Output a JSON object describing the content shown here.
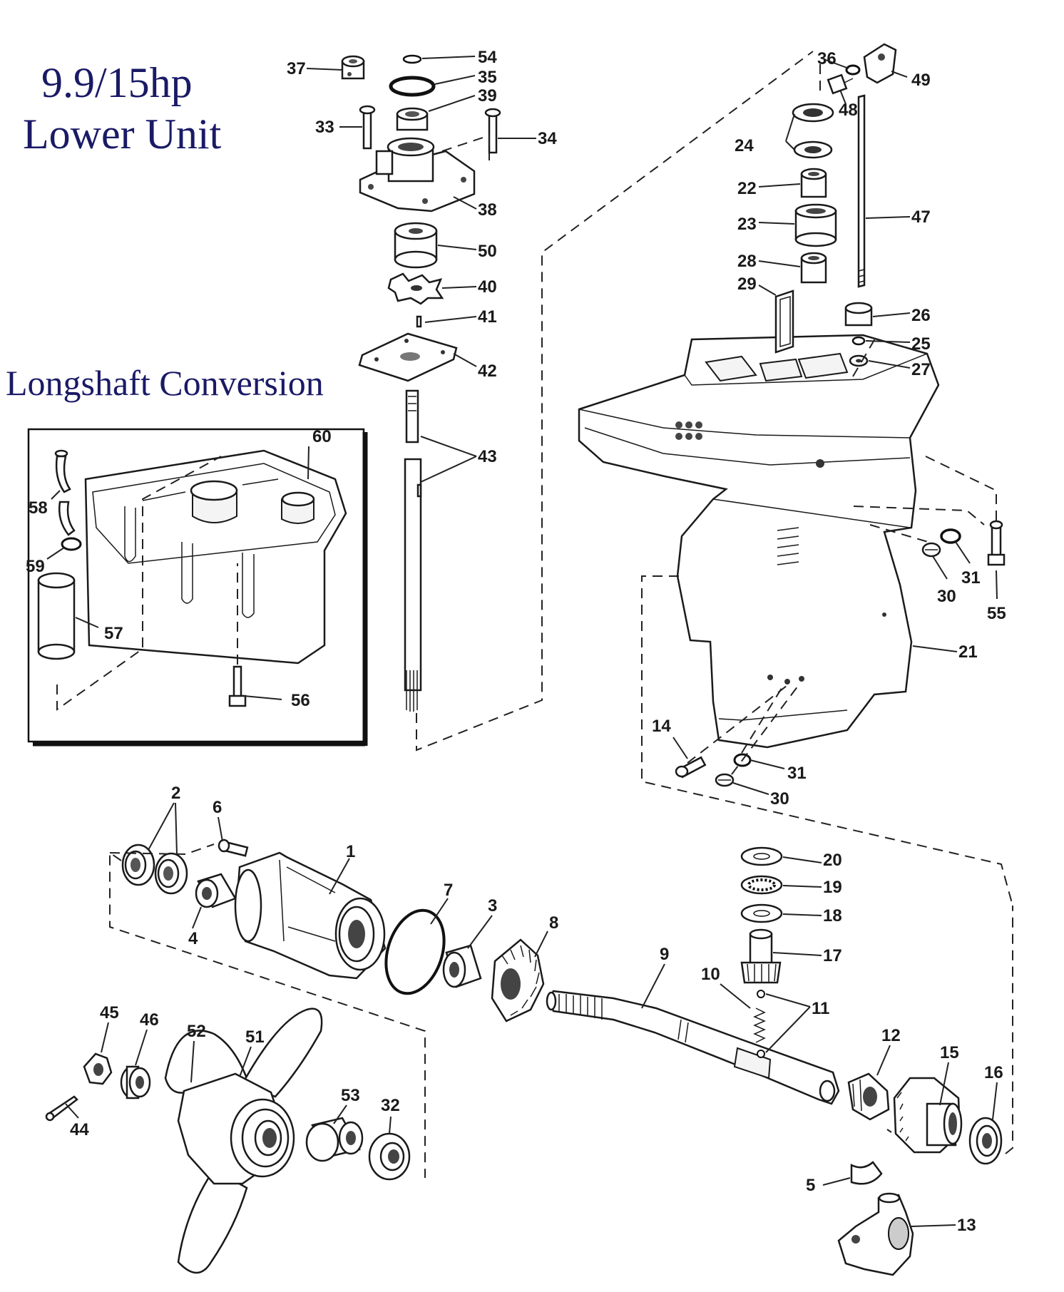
{
  "title": {
    "line1": "9.9/15hp",
    "line2": "Lower Unit",
    "conversion": "Longshaft Conversion"
  },
  "callouts": [
    {
      "id": "1",
      "text": "1"
    },
    {
      "id": "2",
      "text": "2"
    },
    {
      "id": "3",
      "text": "3"
    },
    {
      "id": "4",
      "text": "4"
    },
    {
      "id": "5",
      "text": "5"
    },
    {
      "id": "6",
      "text": "6"
    },
    {
      "id": "7",
      "text": "7"
    },
    {
      "id": "8",
      "text": "8"
    },
    {
      "id": "9",
      "text": "9"
    },
    {
      "id": "10",
      "text": "10"
    },
    {
      "id": "11",
      "text": "11"
    },
    {
      "id": "12",
      "text": "12"
    },
    {
      "id": "13",
      "text": "13"
    },
    {
      "id": "14",
      "text": "14"
    },
    {
      "id": "15",
      "text": "15"
    },
    {
      "id": "16",
      "text": "16"
    },
    {
      "id": "17",
      "text": "17"
    },
    {
      "id": "18",
      "text": "18"
    },
    {
      "id": "19",
      "text": "19"
    },
    {
      "id": "20",
      "text": "20"
    },
    {
      "id": "21",
      "text": "21"
    },
    {
      "id": "22",
      "text": "22"
    },
    {
      "id": "23",
      "text": "23"
    },
    {
      "id": "24",
      "text": "24"
    },
    {
      "id": "25",
      "text": "25"
    },
    {
      "id": "26",
      "text": "26"
    },
    {
      "id": "27",
      "text": "27"
    },
    {
      "id": "28",
      "text": "28"
    },
    {
      "id": "29",
      "text": "29"
    },
    {
      "id": "30a",
      "text": "30"
    },
    {
      "id": "30b",
      "text": "30"
    },
    {
      "id": "31a",
      "text": "31"
    },
    {
      "id": "31b",
      "text": "31"
    },
    {
      "id": "32",
      "text": "32"
    },
    {
      "id": "33",
      "text": "33"
    },
    {
      "id": "34",
      "text": "34"
    },
    {
      "id": "35",
      "text": "35"
    },
    {
      "id": "36",
      "text": "36"
    },
    {
      "id": "37",
      "text": "37"
    },
    {
      "id": "38",
      "text": "38"
    },
    {
      "id": "39",
      "text": "39"
    },
    {
      "id": "40",
      "text": "40"
    },
    {
      "id": "41",
      "text": "41"
    },
    {
      "id": "42",
      "text": "42"
    },
    {
      "id": "43",
      "text": "43"
    },
    {
      "id": "44",
      "text": "44"
    },
    {
      "id": "45",
      "text": "45"
    },
    {
      "id": "46",
      "text": "46"
    },
    {
      "id": "47",
      "text": "47"
    },
    {
      "id": "48",
      "text": "48"
    },
    {
      "id": "49",
      "text": "49"
    },
    {
      "id": "50",
      "text": "50"
    },
    {
      "id": "51",
      "text": "51"
    },
    {
      "id": "52",
      "text": "52"
    },
    {
      "id": "53",
      "text": "53"
    },
    {
      "id": "54",
      "text": "54"
    },
    {
      "id": "55",
      "text": "55"
    },
    {
      "id": "56",
      "text": "56"
    },
    {
      "id": "57",
      "text": "57"
    },
    {
      "id": "58",
      "text": "58"
    },
    {
      "id": "59",
      "text": "59"
    },
    {
      "id": "60",
      "text": "60"
    }
  ]
}
